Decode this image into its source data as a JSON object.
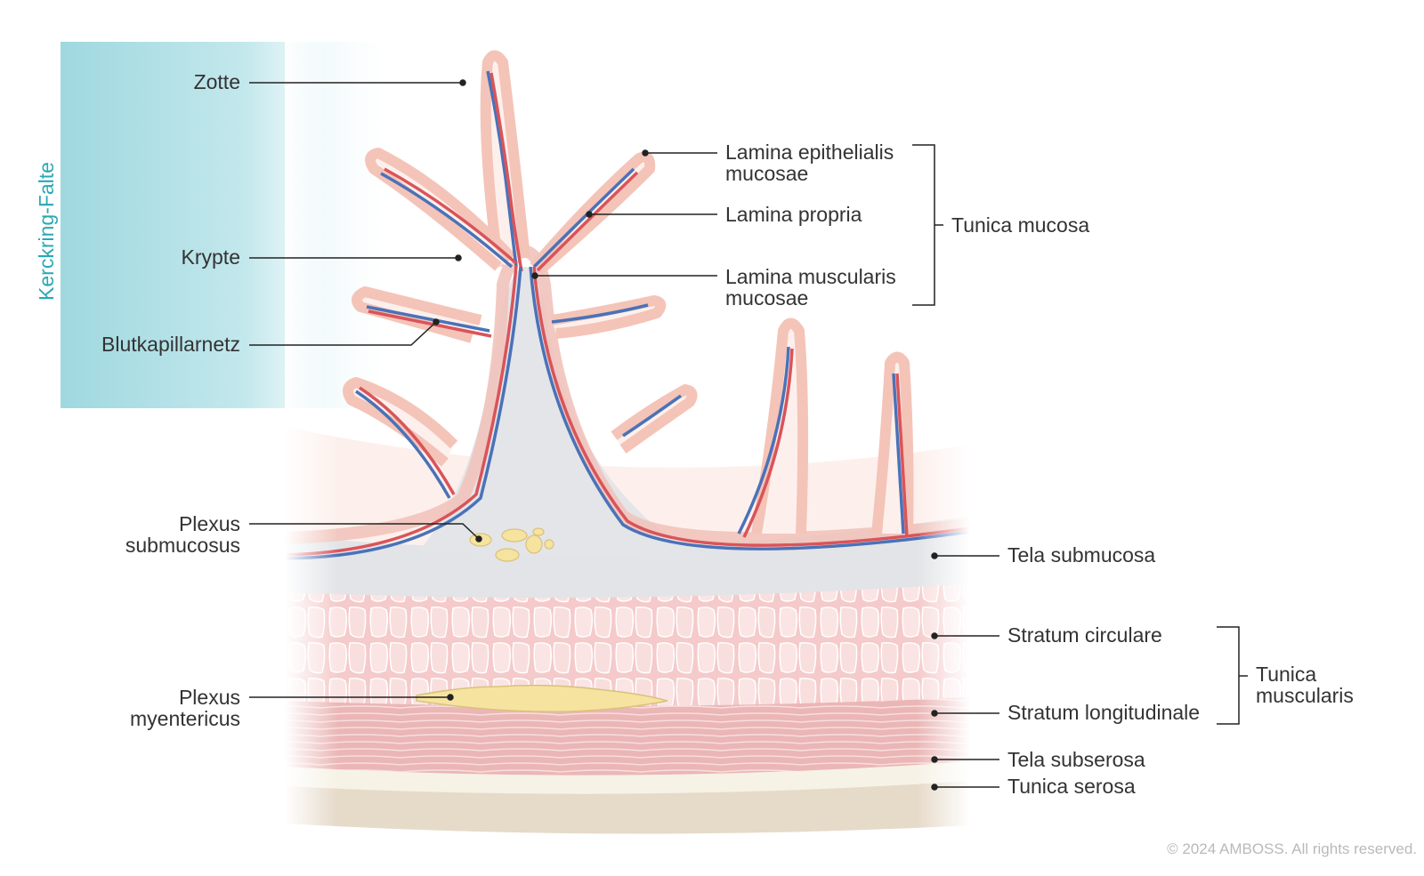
{
  "side_label": "Kerckring-Falte",
  "labels_left": {
    "zotte": "Zotte",
    "krypte": "Krypte",
    "blutkapillarnetz": "Blutkapillarnetz",
    "plexus_submucosus": [
      "Plexus",
      "submucosus"
    ],
    "plexus_myentericus": [
      "Plexus",
      "myentericus"
    ]
  },
  "labels_right": {
    "lamina_epithelialis": [
      "Lamina epithelialis",
      "mucosae"
    ],
    "lamina_propria": "Lamina propria",
    "lamina_muscularis": [
      "Lamina muscularis",
      "mucosae"
    ],
    "tela_submucosa": "Tela submucosa",
    "stratum_circulare": "Stratum circulare",
    "stratum_longitudinale": "Stratum longitudinale",
    "tela_subserosa": "Tela subserosa",
    "tunica_serosa": "Tunica serosa"
  },
  "groups": {
    "tunica_mucosa": "Tunica mucosa",
    "tunica_muscularis": [
      "Tunica",
      "muscularis"
    ]
  },
  "copyright": "© 2024 AMBOSS. All rights reserved.",
  "colors": {
    "accent": "#2aa8b3",
    "band": "#9fd8df",
    "artery": "#d9545a",
    "vein": "#4a72b8",
    "epithelium": "#f6cbbf",
    "mucosa_fill": "#fdf0ec",
    "submucosa": "#e2e4e7",
    "circular_muscle": "#f5c9c9",
    "longitudinal_muscle": "#e9b1b1",
    "nerve_plexus": "#f5e3a0",
    "serosa": "#e6dac9"
  }
}
